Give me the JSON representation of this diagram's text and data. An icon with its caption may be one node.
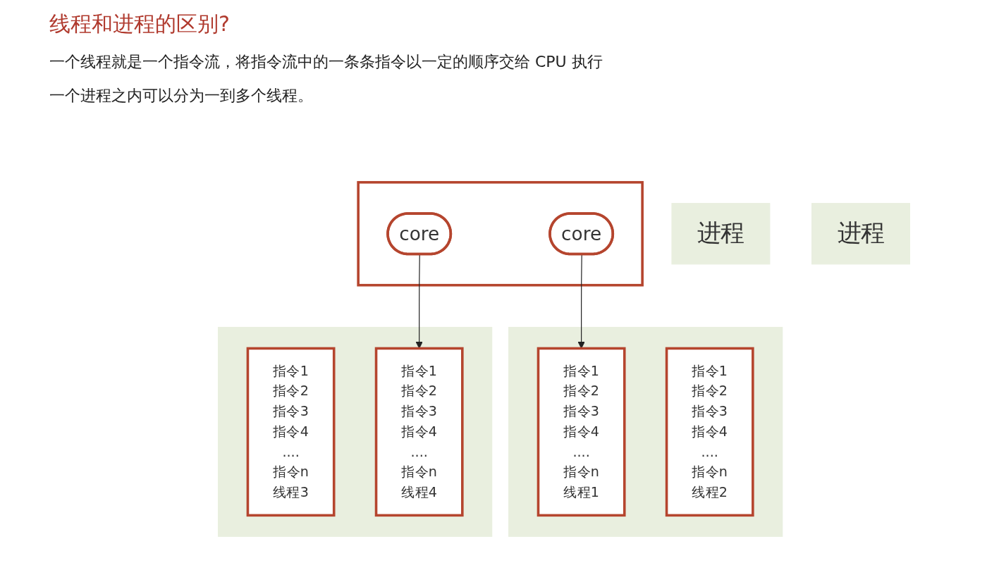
{
  "diagram": {
    "title": "线程和进程的区别?",
    "nodes": [
      {
        "text": [],
        "shape": "box"
      },
      {
        "text": [
          "core"
        ],
        "in": 0
      },
      {
        "text": [
          "core"
        ],
        "in": 0
      },
      {
        "text": [
          "进程"
        ]
      },
      {
        "text": [],
        "shape": "box"
      },
      {
        "text": [
          "指令1",
          "指令2",
          "指令3",
          "指令4",
          "....",
          "指令n",
          "线程1"
        ],
        "in": 4
      },
      {
        "text": [
          "指令1",
          "指令2",
          "指令3",
          "指令4",
          "....",
          "指令n",
          "线程2"
        ],
        "in": 4
      },
      {
        "text": [],
        "shape": "box"
      },
      {
        "text": [
          "指令1",
          "指令2",
          "指令3",
          "指令4",
          "....",
          "指令n",
          "线程3"
        ],
        "in": 7
      },
      {
        "text": [
          "指令1",
          "指令2",
          "指令3",
          "指令4",
          "....",
          "指令n",
          "线程4"
        ],
        "in": 7
      },
      {
        "text": [
          "进程"
        ]
      }
    ],
    "edges": [
      {
        "from": 1,
        "to": 5,
        "arrow": "to"
      },
      {
        "from": 2,
        "to": 9,
        "arrow": "to"
      }
    ],
    "labels": [
      "一个线程就是一个指令流，将指令流中的一条条指令以一定的顺序交给 CPU 执行",
      "一个进程之内可以分为一到多个线程。"
    ]
  }
}
